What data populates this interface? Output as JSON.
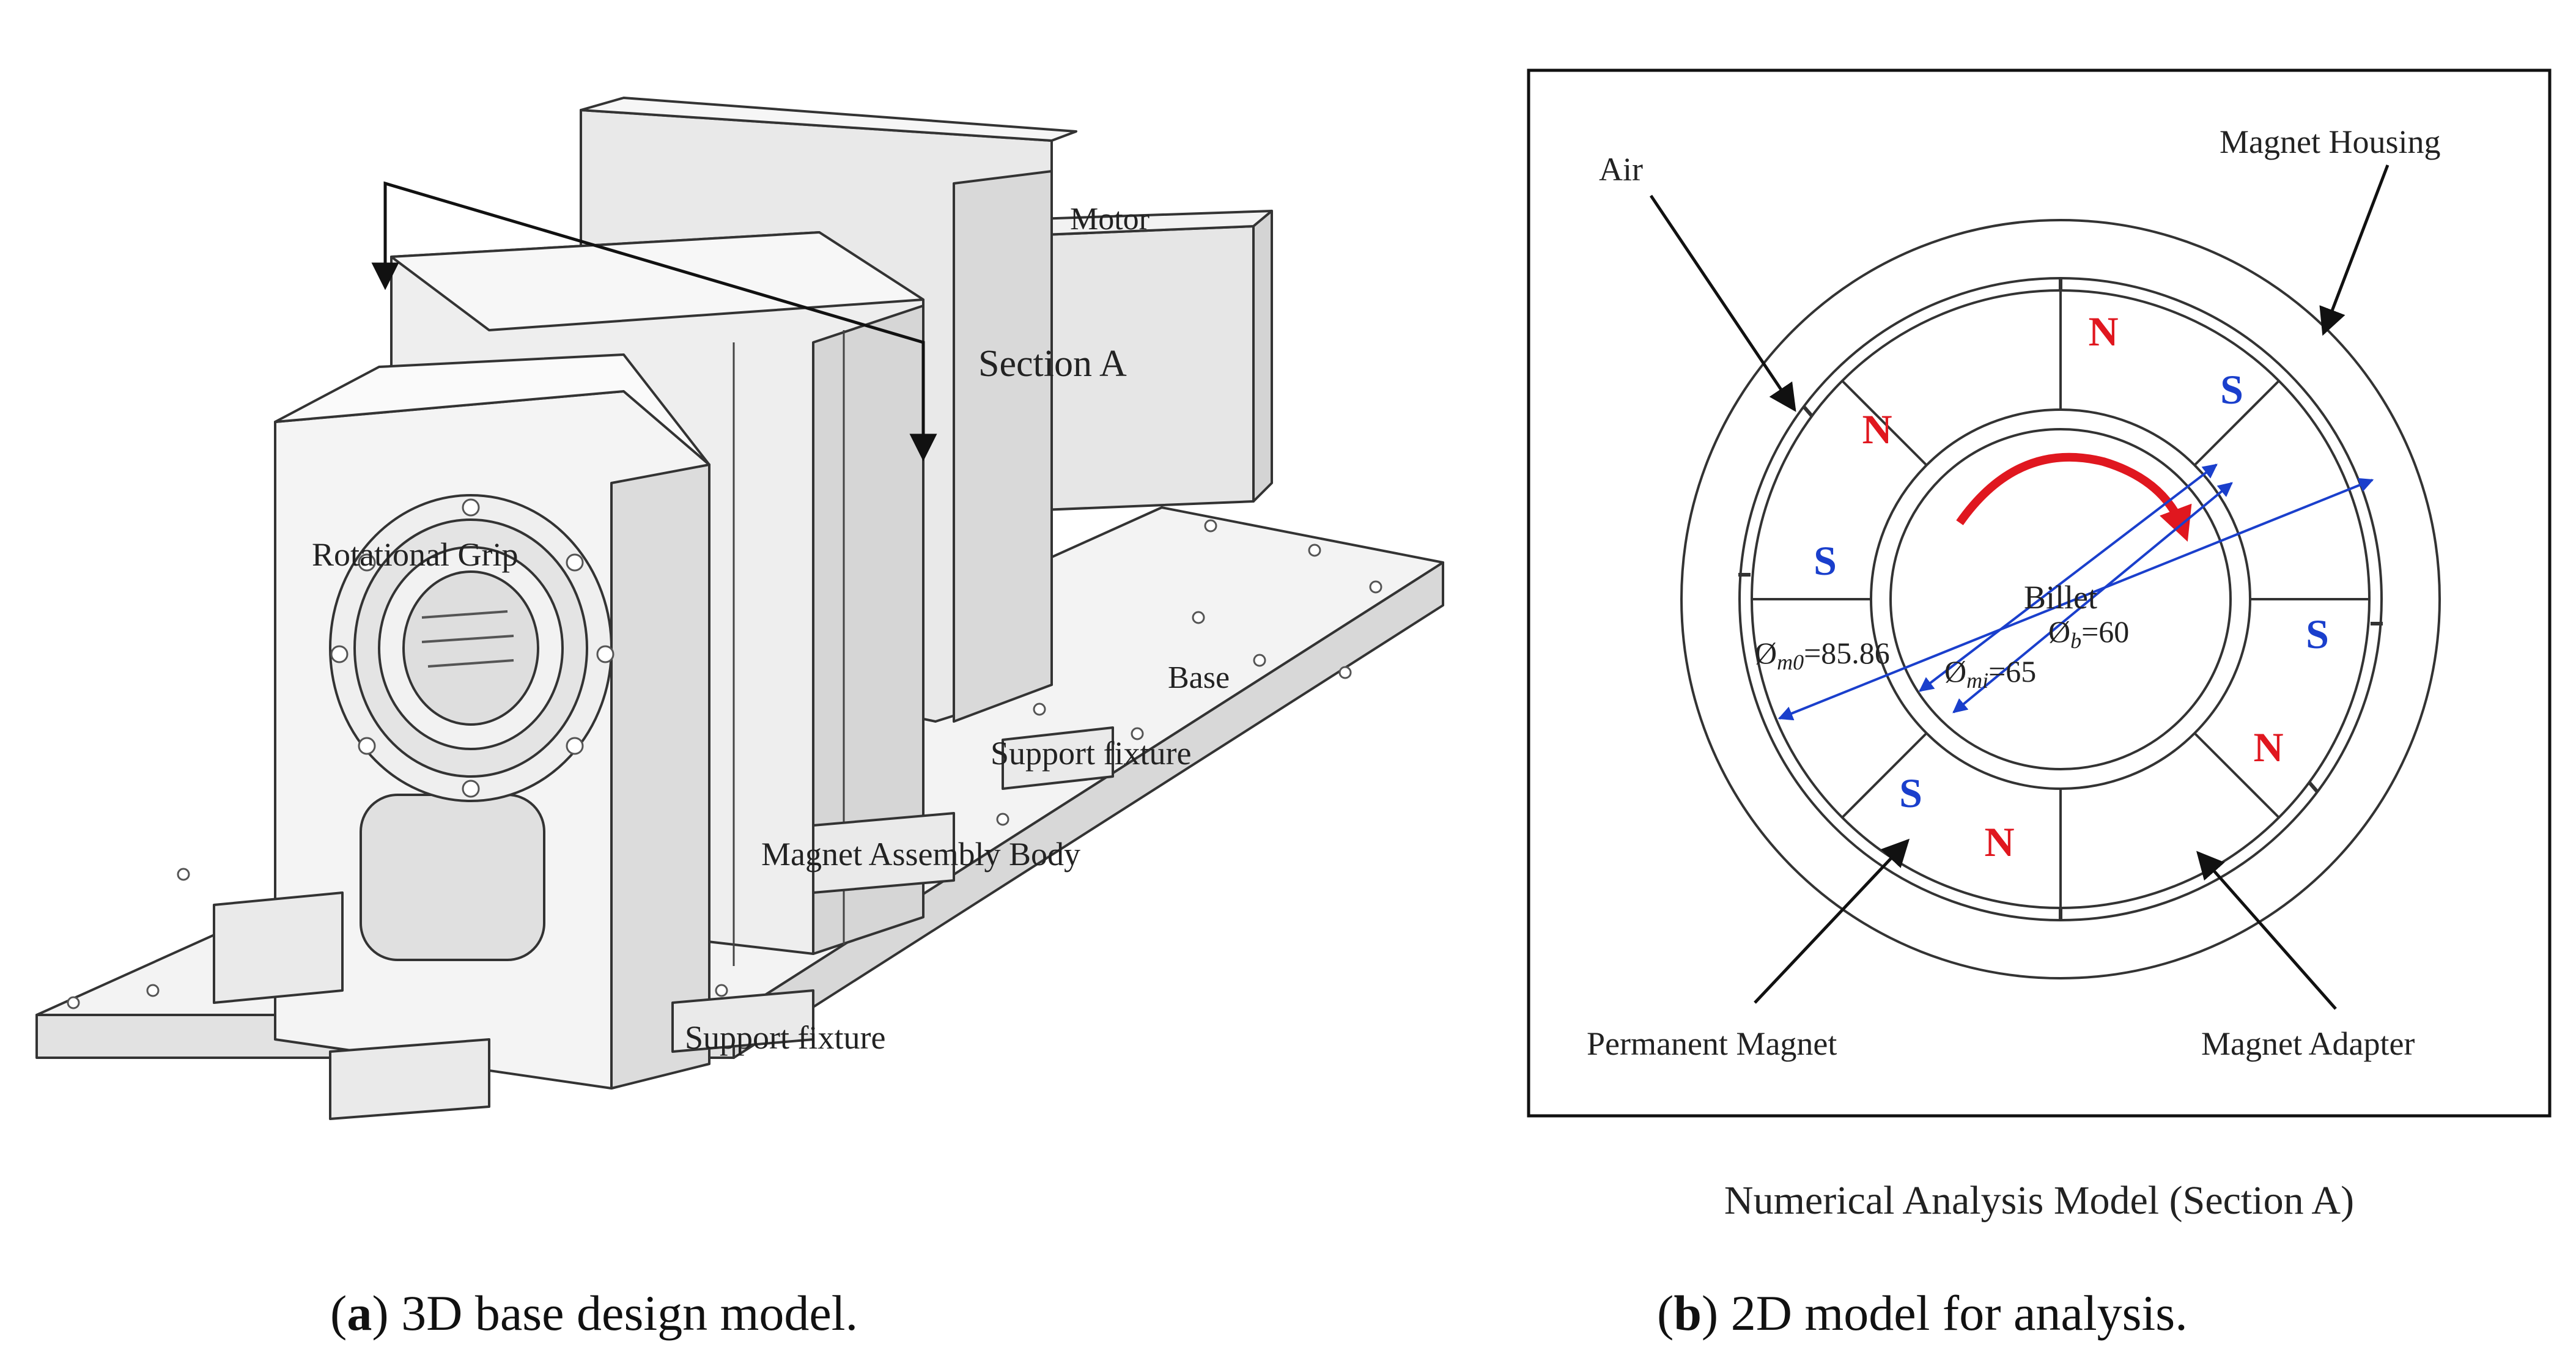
{
  "colors": {
    "north": "#e0171f",
    "south": "#1a3fcc",
    "dimension": "#1a3fcc",
    "rotation_arrow": "#e0171f",
    "outline": "#333333",
    "body_fill": "#ececec"
  },
  "panel_a": {
    "labels": {
      "motor": "Motor",
      "section": "Section A",
      "grip": "Rotational Grip",
      "base": "Base",
      "support_right": "Support fixture",
      "magnet_body": "Magnet Assembly Body",
      "support_bottom": "Support fixture"
    },
    "caption": {
      "letter": "a",
      "open": "(",
      "close": ")",
      "text": " 3D base design model."
    }
  },
  "panel_b": {
    "labels": {
      "air": "Air",
      "housing": "Magnet Housing",
      "billet": "Billet",
      "permanent_magnet": "Permanent Magnet",
      "adapter": "Magnet Adapter"
    },
    "dimensions": {
      "b_sym": "Ø",
      "b_sub": "b",
      "b_val": "=60",
      "mi_sym": "Ø",
      "mi_sub": "mi",
      "mi_val": "=65",
      "mo_sym": "Ø",
      "mo_sub": "m0",
      "mo_val": "=85.86"
    },
    "poles": [
      "N",
      "S",
      "S",
      "N",
      "N",
      "S",
      "S",
      "N"
    ],
    "title": "Numerical Analysis Model (Section A)",
    "caption": {
      "letter": "b",
      "open": "(",
      "close": ")",
      "text": " 2D model for analysis."
    }
  }
}
